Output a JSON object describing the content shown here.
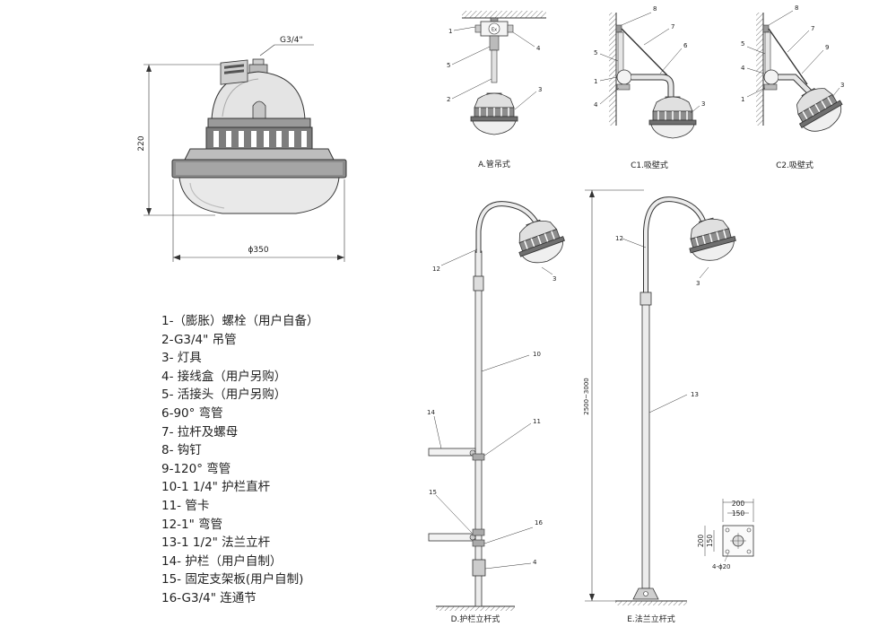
{
  "lamp_drawing": {
    "thread_label": "G3/4\"",
    "height_label": "220",
    "diameter_label": "ϕ350"
  },
  "legend": [
    "1-（膨胀）螺栓（用户自备）",
    "2-G3/4\" 吊管",
    "3- 灯具",
    "4- 接线盒（用户另购）",
    "5- 活接头（用户另购）",
    "6-90°  弯管",
    "7- 拉杆及螺母",
    "8- 钩钉",
    "9-120°  弯管",
    "10-1 1/4\" 护栏直杆",
    "11- 管卡",
    "12-1\" 弯管",
    "13-1 1/2\" 法兰立杆",
    "14- 护栏（用户自制）",
    "15- 固定支架板(用户自制)",
    "16-G3/4\" 连通节"
  ],
  "installations": {
    "a": {
      "caption": "A.管吊式",
      "box_label": "Ex",
      "callouts": [
        "1",
        "4",
        "5",
        "2",
        "3"
      ]
    },
    "c1": {
      "caption": "C1.吸壁式",
      "callouts": [
        "8",
        "7",
        "6",
        "5",
        "1",
        "4",
        "3"
      ]
    },
    "c2": {
      "caption": "C2.吸壁式",
      "callouts": [
        "8",
        "7",
        "5",
        "4",
        "9",
        "1",
        "3"
      ]
    },
    "d": {
      "caption": "D.护栏立杆式",
      "callouts": [
        "12",
        "3",
        "10",
        "14",
        "11",
        "15",
        "16",
        "4"
      ]
    },
    "e": {
      "caption": "E.法兰立杆式",
      "height_label": "2500~3000",
      "callouts": [
        "12",
        "3",
        "13"
      ],
      "flange_dims": {
        "outer_width": "200",
        "inner_width": "150",
        "outer_height": "200",
        "inner_height": "150",
        "holes": "4-ϕ20"
      }
    }
  },
  "colors": {
    "line": "#333333",
    "fill_light": "#f2f2f2",
    "fill_mid": "#d9d9d9",
    "fill_dark": "#8a8a8a"
  }
}
